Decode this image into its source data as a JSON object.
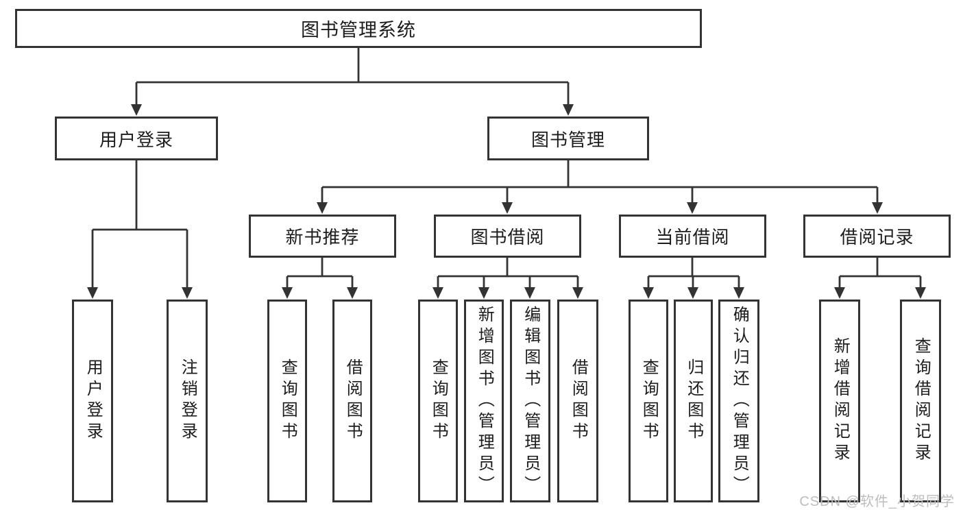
{
  "title": "图书管理系统",
  "branches": [
    {
      "label": "用户登录",
      "children": [
        {
          "label": "用户登录"
        },
        {
          "label": "注销登录"
        }
      ]
    },
    {
      "label": "图书管理",
      "children": [
        {
          "label": "新书推荐",
          "children": [
            {
              "label": "查询图书"
            },
            {
              "label": "借阅图书"
            }
          ]
        },
        {
          "label": "图书借阅",
          "children": [
            {
              "label": "查询图书"
            },
            {
              "label": "新增图书（管理员）"
            },
            {
              "label": "编辑图书（管理员）"
            },
            {
              "label": "借阅图书"
            }
          ]
        },
        {
          "label": "当前借阅",
          "children": [
            {
              "label": "查询图书"
            },
            {
              "label": "归还图书"
            },
            {
              "label": "确认归还（管理员）"
            }
          ]
        },
        {
          "label": "借阅记录",
          "children": [
            {
              "label": "新增借阅记录"
            },
            {
              "label": "查询借阅记录"
            }
          ]
        }
      ]
    }
  ],
  "watermark": {
    "text": "CSDN @软件_小贺同学"
  },
  "colors": {
    "line": "#333333",
    "box_border": "#333333",
    "text": "#1c1c1c",
    "background": "#ffffff",
    "watermark": "#bdbdbd"
  }
}
